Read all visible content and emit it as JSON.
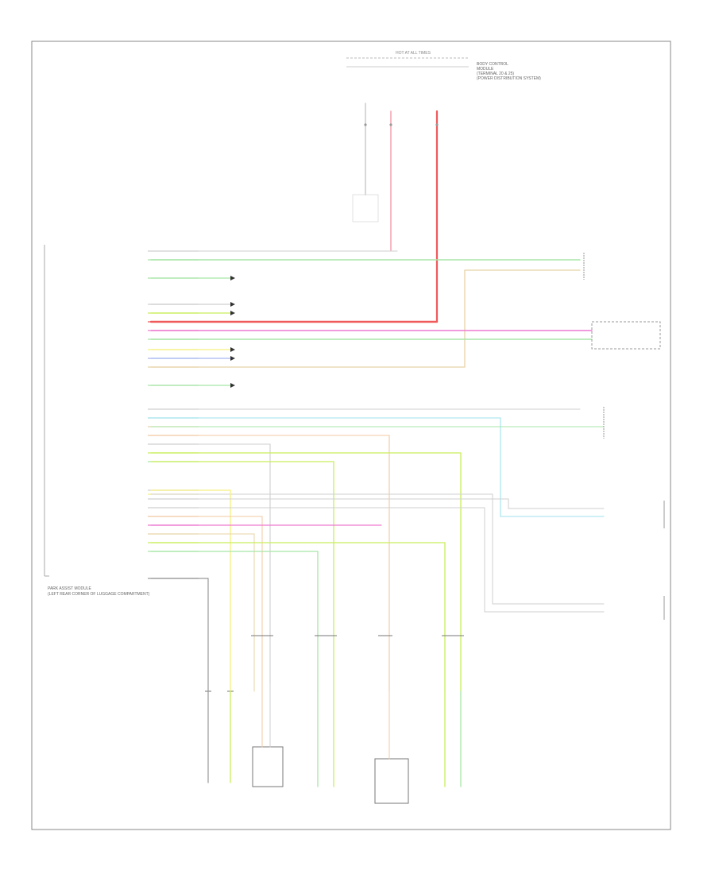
{
  "top_fuse": {
    "line1": "HOT AT ALL TIMES",
    "line2": "",
    "fuse_label": "",
    "notes": [
      "BODY CONTROL",
      "MODULE",
      "(TERMINAL 20 & 25)",
      "(POWER DISTRIBUTION SYSTEM)"
    ]
  },
  "fuse_drops": [
    {
      "id": "a",
      "label": "",
      "color": "#cfcfcf"
    },
    {
      "id": "b",
      "label": "",
      "color": "#f4a6b4"
    },
    {
      "id": "c",
      "label": "",
      "color": "#f05a5a"
    }
  ],
  "left_note": "",
  "module": {
    "name": "PARK ASSIST MODULE",
    "subname": "(LEFT REAR CORNER OF LUGGAGE COMPARTMENT)"
  },
  "wire_colors": {
    "gray": "#cfcfcf",
    "green": "#a8e6a8",
    "lime": "#c9ee5a",
    "red": "#f05a5a",
    "pink": "#ee7ad0",
    "tan": "#e8d3a6",
    "yellow": "#f6f080",
    "blue": "#a9b8f0",
    "cyan": "#9ee2ec",
    "darkgray": "#9a9a9a",
    "orange": "#f2c8a0"
  },
  "rows_top": [
    {
      "label": "",
      "pin": "",
      "color": "gray"
    },
    {
      "label": "",
      "pin": "",
      "color": "green"
    },
    {
      "label": "",
      "pin": "",
      "color": "green"
    },
    {
      "label": "",
      "pin": "",
      "color": "gray"
    },
    {
      "label": "",
      "pin": "",
      "color": "lime"
    },
    {
      "label": "",
      "pin": "",
      "color": "red"
    },
    {
      "label": "",
      "pin": "",
      "color": "pink"
    },
    {
      "label": "",
      "pin": "",
      "color": "green"
    },
    {
      "label": "",
      "pin": "",
      "color": "yellow"
    },
    {
      "label": "",
      "pin": "",
      "color": "blue"
    },
    {
      "label": "",
      "pin": "",
      "color": "tan"
    },
    {
      "label": "",
      "pin": "",
      "color": "green"
    }
  ],
  "rows_bottom": [
    {
      "label": "",
      "pin": "",
      "color": "gray"
    },
    {
      "label": "",
      "pin": "",
      "color": "cyan"
    },
    {
      "label": "",
      "pin": "",
      "color": "tan"
    },
    {
      "label": "",
      "pin": "",
      "color": "orange"
    },
    {
      "label": "",
      "pin": "",
      "color": "gray"
    },
    {
      "label": "",
      "pin": "",
      "color": "lime"
    },
    {
      "label": "",
      "pin": "",
      "color": "green"
    },
    {
      "label": "",
      "pin": "",
      "color": "gray"
    },
    {
      "label": "",
      "pin": "",
      "color": "yellow"
    },
    {
      "label": "",
      "pin": "",
      "color": "gray"
    },
    {
      "label": "",
      "pin": "",
      "color": "gray"
    },
    {
      "label": "",
      "pin": "",
      "color": "orange"
    },
    {
      "label": "",
      "pin": "",
      "color": "pink"
    },
    {
      "label": "",
      "pin": "",
      "color": "tan"
    },
    {
      "label": "",
      "pin": "",
      "color": "lime"
    },
    {
      "label": "",
      "pin": "",
      "color": "green"
    },
    {
      "label": "",
      "pin": "",
      "color": "darkgray"
    }
  ],
  "right_components": [
    {
      "id": "steering",
      "line1": "",
      "line2": ""
    },
    {
      "id": "clock",
      "line1": "",
      "line2": ""
    },
    {
      "id": "display",
      "line1": "",
      "line2": ""
    },
    {
      "id": "sensor1",
      "line1": "",
      "line2": ""
    },
    {
      "id": "sensor2",
      "line1": "",
      "line2": ""
    },
    {
      "id": "sensor3",
      "line1": "",
      "line2": ""
    }
  ],
  "bottom_components": [
    {
      "id": "led",
      "line1": "",
      "line2": ""
    },
    {
      "id": "sensor_a",
      "line1": "",
      "line2": ""
    },
    {
      "id": "right_rear",
      "line1": "",
      "line2": ""
    },
    {
      "id": "sensor_b",
      "line1": "",
      "line2": ""
    },
    {
      "id": "left_rear",
      "line1": "",
      "line2": ""
    }
  ],
  "footer_code": ""
}
